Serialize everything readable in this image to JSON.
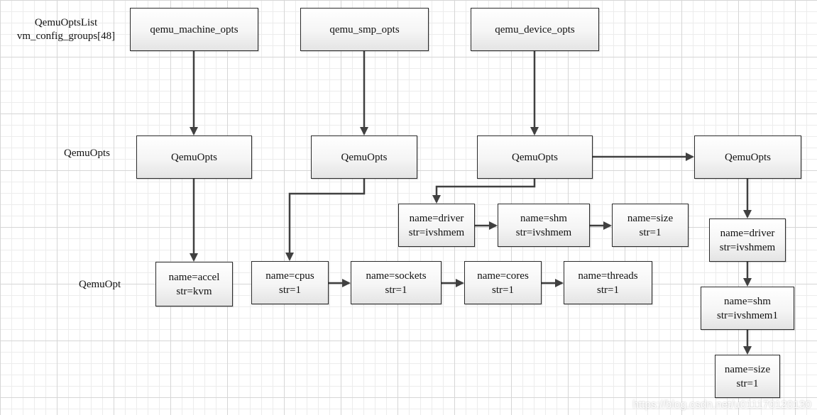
{
  "row_labels": {
    "list_title": "QemuOptsList",
    "list_var": "vm_config_groups[48]",
    "opts": "QemuOpts",
    "opt": "QemuOpt"
  },
  "lists": {
    "machine": "qemu_machine_opts",
    "smp": "qemu_smp_opts",
    "device": "qemu_device_opts"
  },
  "opts": {
    "machine": "QemuOpts",
    "smp": "QemuOpts",
    "device1": "QemuOpts",
    "device2": "QemuOpts"
  },
  "machine_opts": [
    {
      "name": "name=accel",
      "str": "str=kvm"
    }
  ],
  "smp_opts": [
    {
      "name": "name=cpus",
      "str": "str=1"
    },
    {
      "name": "name=sockets",
      "str": "str=1"
    },
    {
      "name": "name=cores",
      "str": "str=1"
    },
    {
      "name": "name=threads",
      "str": "str=1"
    }
  ],
  "device1_opts": [
    {
      "name": "name=driver",
      "str": "str=ivshmem"
    },
    {
      "name": "name=shm",
      "str": "str=ivshmem"
    },
    {
      "name": "name=size",
      "str": "str=1"
    }
  ],
  "device2_opts": [
    {
      "name": "name=driver",
      "str": "str=ivshmem"
    },
    {
      "name": "name=shm",
      "str": "str=ivshmem1"
    },
    {
      "name": "name=size",
      "str": "str=1"
    }
  ],
  "watermark": "https://blog.csdn.net/u011170120130",
  "colors": {
    "arrow": "#404040",
    "box_border": "#2a2a2a",
    "grid": "#d6d6d6"
  }
}
